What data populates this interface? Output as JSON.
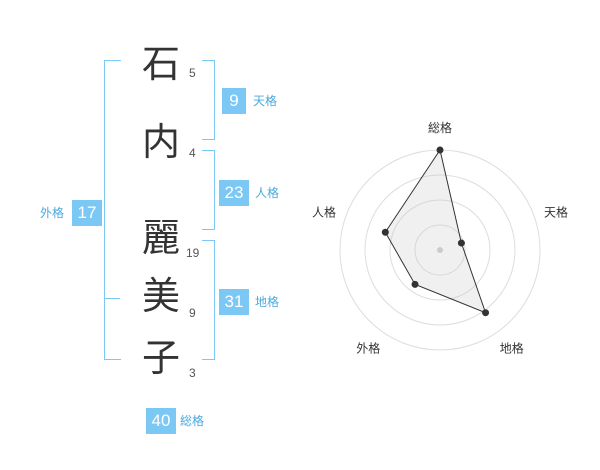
{
  "name_chars": [
    {
      "char": "石",
      "strokes": "5"
    },
    {
      "char": "内",
      "strokes": "4"
    },
    {
      "char": "麗",
      "strokes": "19"
    },
    {
      "char": "美",
      "strokes": "9"
    },
    {
      "char": "子",
      "strokes": "3"
    }
  ],
  "fortunes": {
    "tenkaku": {
      "value": "9",
      "label": "天格"
    },
    "jinkaku": {
      "value": "23",
      "label": "人格"
    },
    "chikaku": {
      "value": "31",
      "label": "地格"
    },
    "gaikaku": {
      "value": "17",
      "label": "外格"
    },
    "soukaku": {
      "value": "40",
      "label": "総格"
    }
  },
  "colors": {
    "accent": "#7cc8f4",
    "accent_text": "#4aa9dd"
  },
  "chart_data": {
    "type": "radar",
    "axes": [
      "総格",
      "天格",
      "地格",
      "外格",
      "人格"
    ],
    "values": [
      40,
      9,
      31,
      17,
      23
    ],
    "rings": 4
  }
}
